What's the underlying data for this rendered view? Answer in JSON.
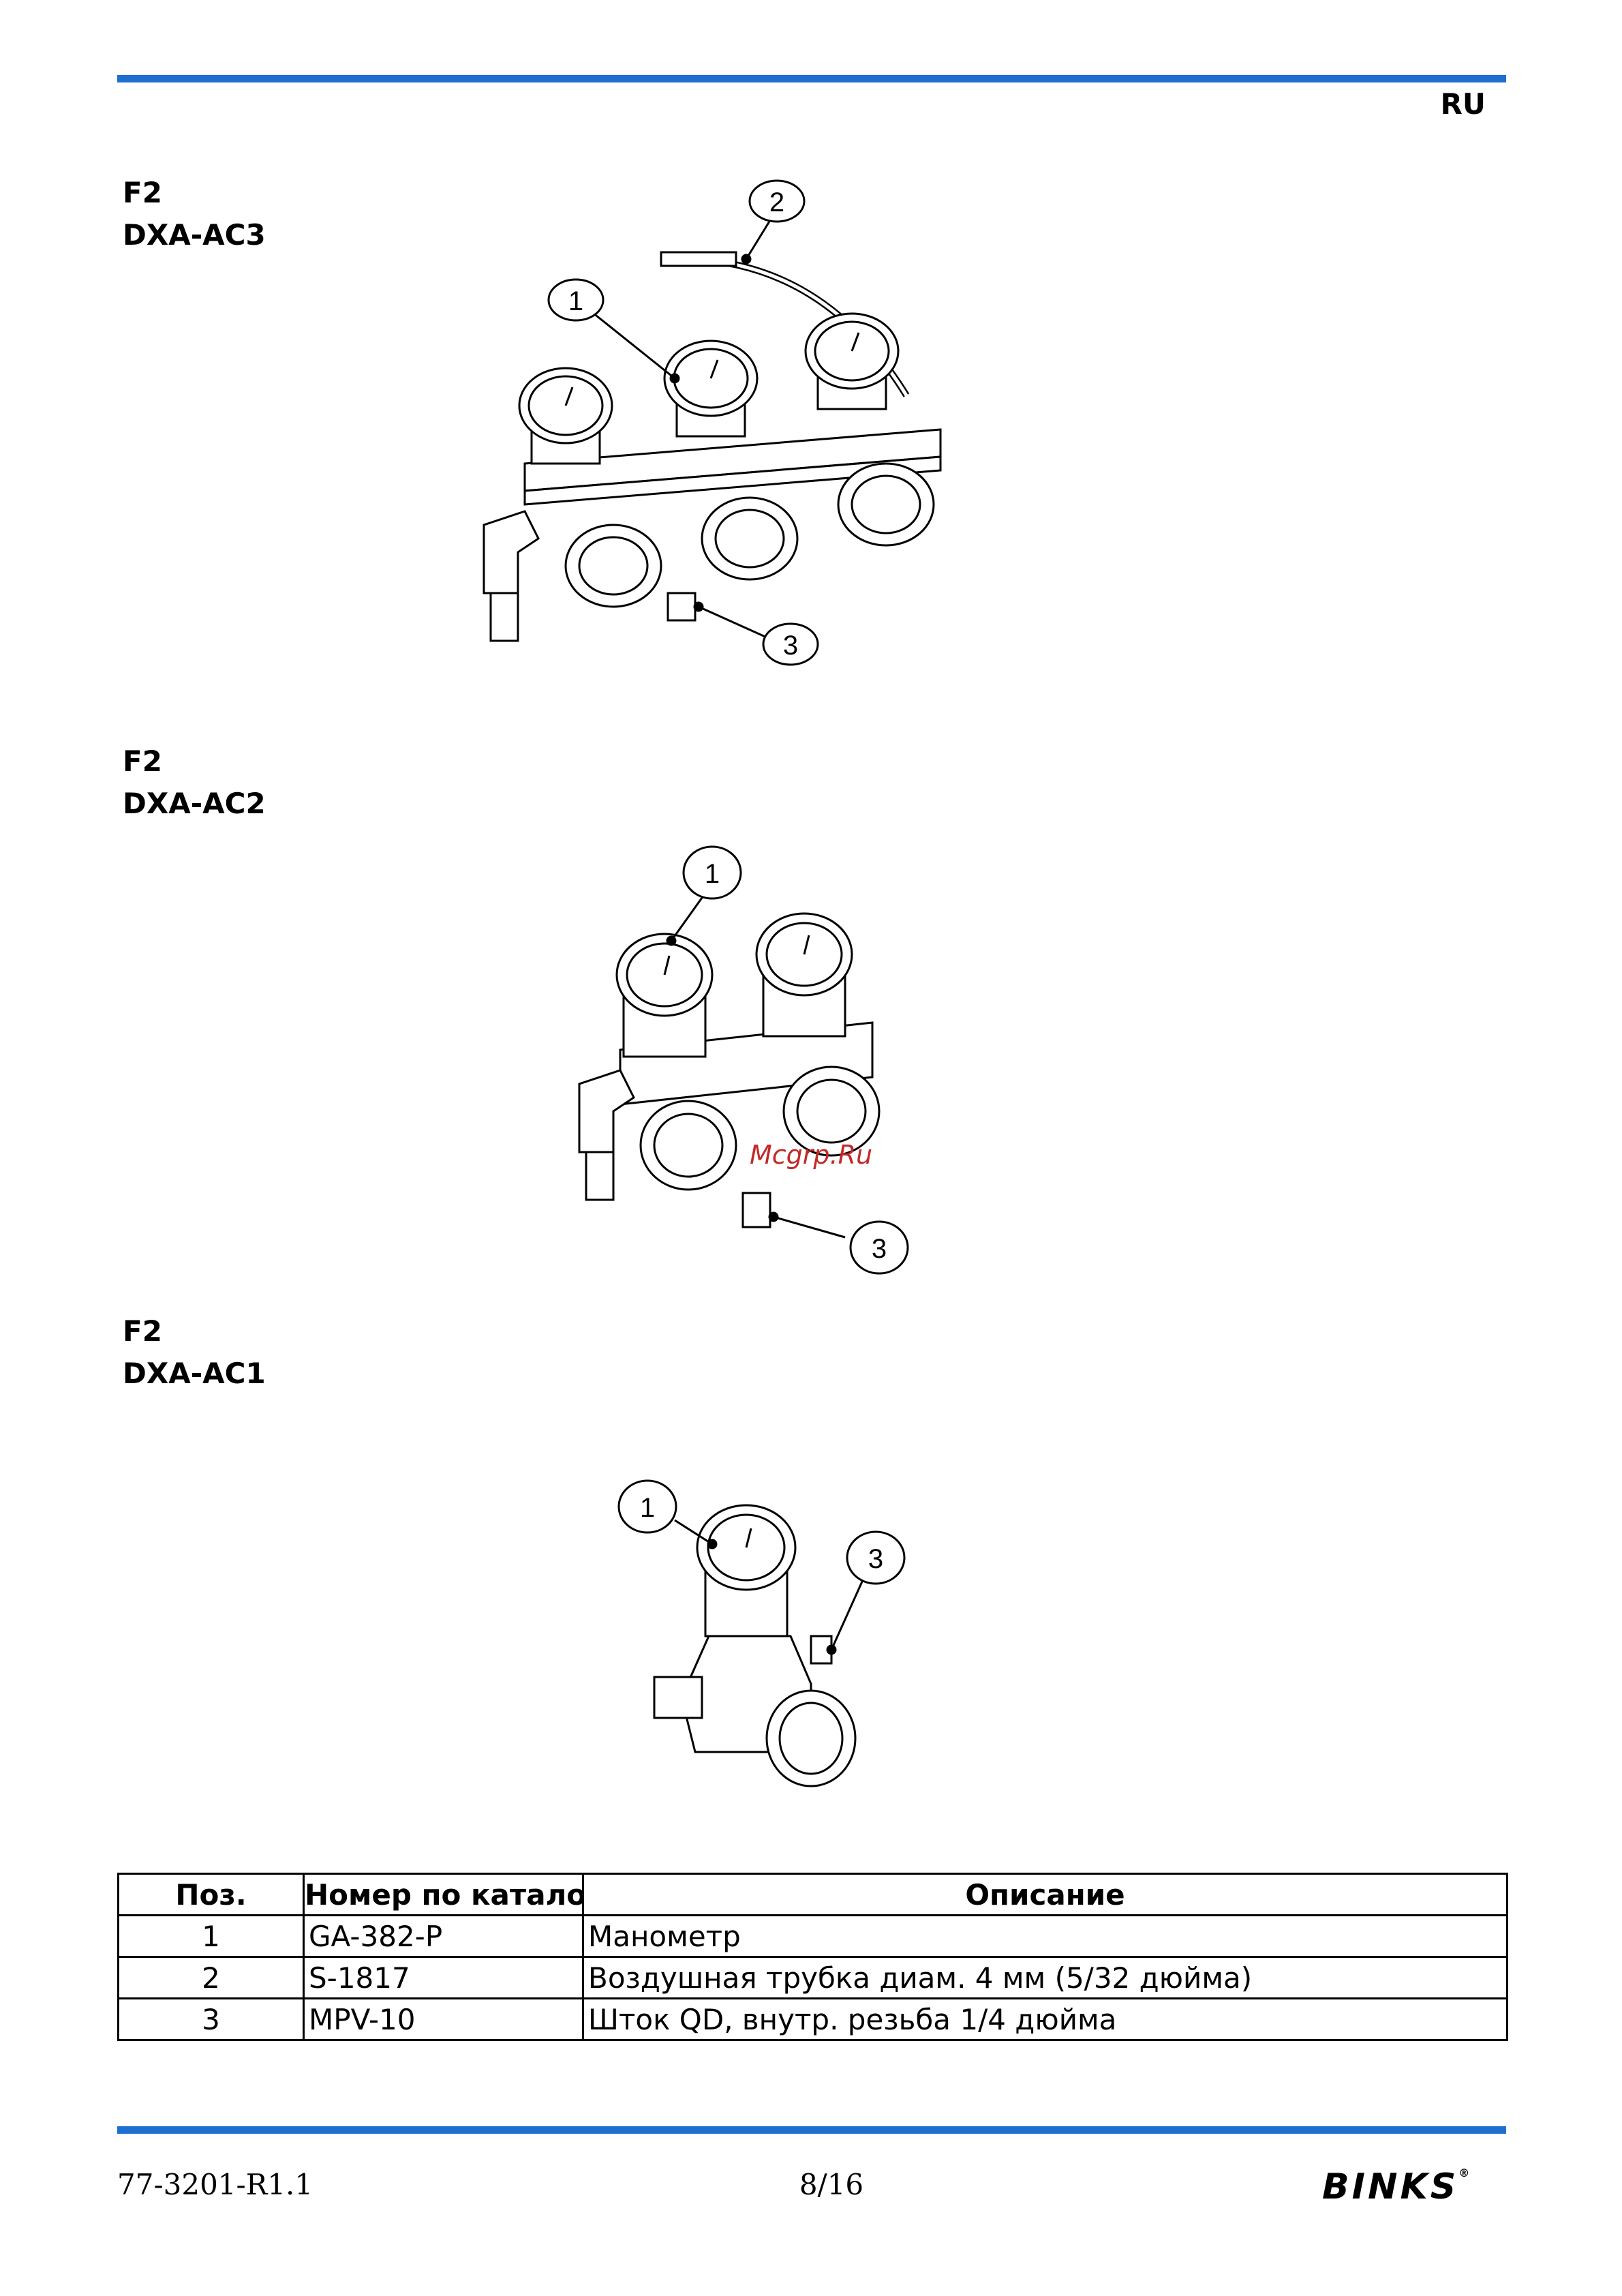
{
  "header": {
    "lang": "RU"
  },
  "sections": [
    {
      "fig": "F2",
      "model": "DXA-AC3"
    },
    {
      "fig": "F2",
      "model": "DXA-AC2"
    },
    {
      "fig": "F2",
      "model": "DXA-AC1"
    }
  ],
  "callouts": {
    "ac3": [
      "1",
      "2",
      "3"
    ],
    "ac2": [
      "1",
      "3"
    ],
    "ac1": [
      "1",
      "3"
    ]
  },
  "watermark": "Mcgrp.Ru",
  "table": {
    "headers": [
      "Поз.",
      "Номер по каталогу",
      "Описание"
    ],
    "rows": [
      [
        "1",
        "GA-382-P",
        "Манометр"
      ],
      [
        "2",
        "S-1817",
        "Воздушная трубка диам. 4 мм (5/32 дюйма)"
      ],
      [
        "3",
        "MPV-10",
        "Шток QD, внутр. резьба 1/4 дюйма"
      ]
    ]
  },
  "footer": {
    "doc": "77-3201-R1.1",
    "page": "8/16",
    "brand": "BINKS"
  }
}
